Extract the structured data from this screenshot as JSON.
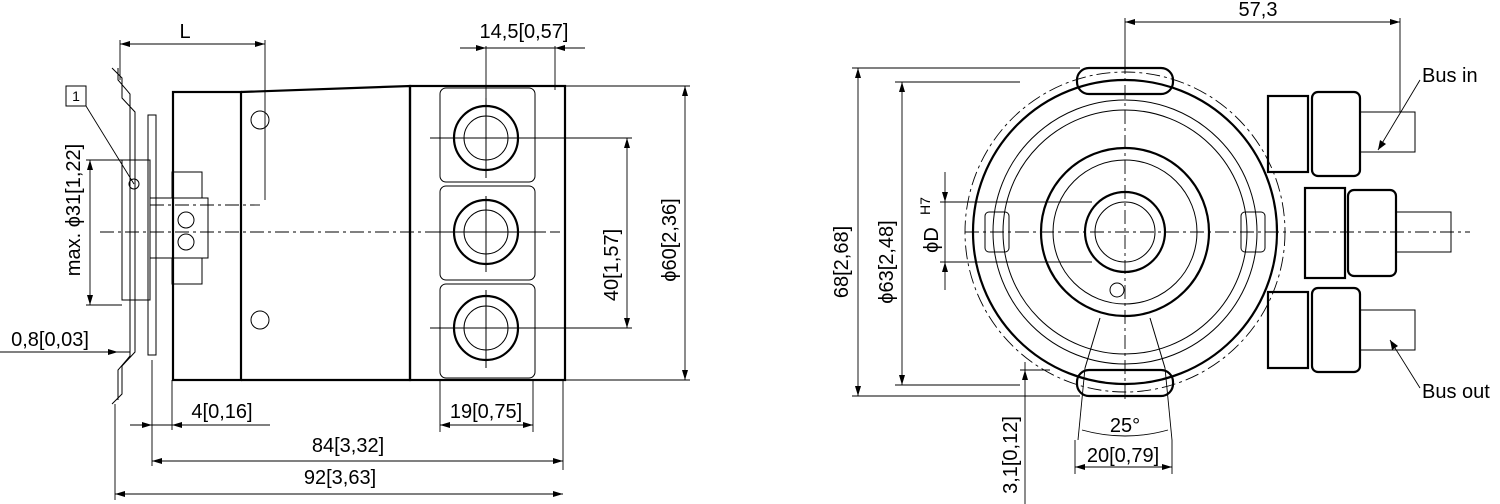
{
  "side_view": {
    "marker_number": "1",
    "dim_L": "L",
    "dim_max_shaft": "max. ϕ31[1,22]",
    "dim_flange_thickness": "0,8[0,03]",
    "dim_offset": "4[0,16]",
    "dim_length_84": "84[3,32]",
    "dim_length_92": "92[3,63]",
    "dim_gland_width_top": "14,5[0,57]",
    "dim_gland_pitch": "40[1,57]",
    "dim_gland_width_bottom": "19[0,75]",
    "dim_diameter_60": "ϕ60[2,36]"
  },
  "front_view": {
    "dim_57": "57,3",
    "dim_68": "68[2,68]",
    "dim_63": "ϕ63[2,48]",
    "dim_bore": "ϕD",
    "dim_bore_tol": "H7",
    "dim_angle": "25°",
    "dim_slot": "20[0,79]",
    "dim_depth": "3,1[0,12]",
    "label_bus_in": "Bus in",
    "label_bus_out": "Bus out"
  }
}
